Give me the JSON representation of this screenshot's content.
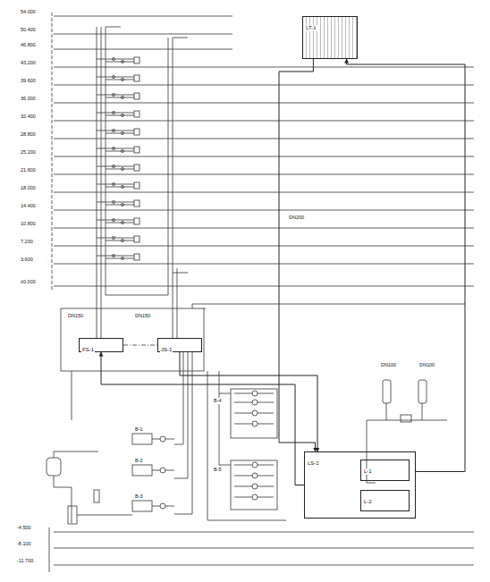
{
  "diagram": {
    "nodes": [
      {
        "text": [
          "FS-1"
        ]
      },
      {
        "text": [
          "JS-1"
        ]
      },
      {
        "text": [
          "LS-1"
        ]
      },
      {
        "text": [
          "L-1"
        ],
        "in": 2
      },
      {
        "text": [
          "L-2"
        ],
        "in": 2
      },
      {
        "text": [
          "LT-1"
        ]
      }
    ],
    "edges": [
      {
        "from": 2,
        "to": 0,
        "arrow": "to"
      },
      {
        "from": 1,
        "to": 2,
        "arrow": "to"
      },
      {
        "from": 5,
        "to": 2,
        "arrow": "to"
      },
      {
        "from": 2,
        "to": 5,
        "arrow": "to"
      }
    ],
    "labels": [
      "54.000",
      "50.400",
      "46.800",
      "43.200",
      "39.600",
      "36.000",
      "32.400",
      "28.800",
      "25.200",
      "21.600",
      "18.000",
      "14.400",
      "10.800",
      "7.200",
      "3.600",
      "±0.000",
      "-4.500",
      "-8.100",
      "-11.700",
      "DN150",
      "DN150",
      "DN200",
      "DN100",
      "DN100",
      "B-1",
      "B-2",
      "B-3",
      "B-4",
      "B-5"
    ]
  }
}
